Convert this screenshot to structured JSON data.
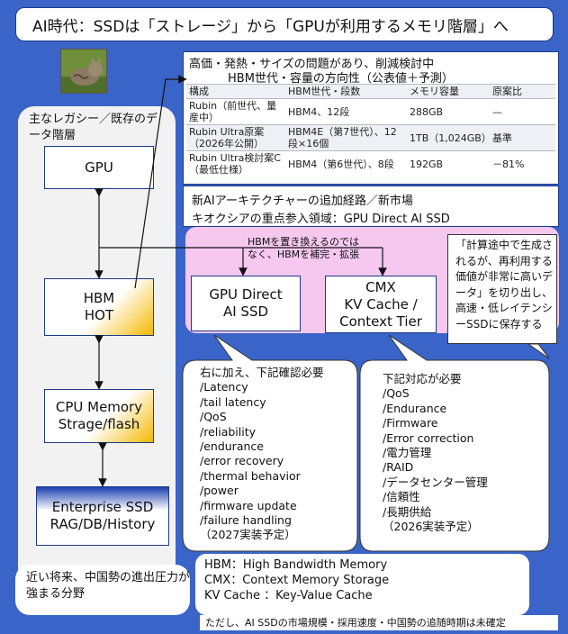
{
  "title": "AI時代：SSDは「ストレージ」から「GPUが利用するメモリ階層」へ",
  "legacy": {
    "heading": "主なレガシー／既存のデータ階層",
    "gpu": "GPU",
    "hbm": [
      "HBM",
      "HOT"
    ],
    "cpu_memory": [
      "CPU Memory",
      "Strage/flash"
    ],
    "enterprise_ssd": [
      "Enterprise SSD",
      "RAG/DB/History"
    ]
  },
  "table_panel": {
    "heading1": "高価・発熱・サイズの問題があり、削減検討中",
    "heading2": "HBM世代・容量の方向性（公表値＋予測）",
    "columns": [
      "構成",
      "HBM世代・段数",
      "メモリ容量",
      "原案比"
    ],
    "rows": [
      [
        "Rubin（前世代、量産中）",
        "HBM4、12段",
        "288GB",
        "—"
      ],
      [
        "Rubin Ultra原案（2026年公開）",
        "HBM4E（第7世代）、12段×16個",
        "1TB（1,024GB）",
        "基準"
      ],
      [
        "Rubin Ultra検討案C（最低仕様）",
        "HBM4（第6世代）、8段",
        "192GB",
        "－81%"
      ]
    ]
  },
  "new_path": {
    "line1": "新AIアーキテクチャーの追加経路／新市場",
    "line2": "キオクシアの重点参入領域：GPU Direct AI SSD"
  },
  "hbm_note": "HBMを置き換えるのではなく、HBMを補完・拡張",
  "gpu_direct": [
    "GPU Direct",
    "AI SSD"
  ],
  "cmx": [
    "CMX",
    "KV Cache /",
    "Context Tier"
  ],
  "right_note": "「計算途中で生成されるが、再利用する価値が非常に高いデータ」を切り出し、高速・低レイテンシーSSDに保存する",
  "gpu_direct_reqs": {
    "lead": "右に加え、下記確認必要",
    "items": [
      "/Latency",
      "/tail latency",
      "/QoS",
      "/reliability",
      "/endurance",
      "/error recovery",
      "/thermal behavior",
      "/power",
      "/firmware update",
      "/failure handling"
    ],
    "schedule": "（2027実装予定）"
  },
  "cmx_reqs": {
    "lead": "下記対応が必要",
    "items": [
      "/QoS",
      "/Endurance",
      "/Firmware",
      "/Error correction",
      "/電力管理",
      "/RAID",
      "/データセンター管理",
      "/信頼性",
      "/長期供給"
    ],
    "schedule": "（2026実装予定）"
  },
  "near_future": "近い将来、中国勢の進出圧力が強まる分野",
  "definitions": [
    "HBM：High Bandwidth Memory",
    "CMX：Context Memory Storage",
    "KV Cache ：Key-Value Cache"
  ],
  "footer": "ただし、AI SSDの市場規模・採用速度・中国勢の追随時期は未確定",
  "colors": {
    "background": "#3a64c8",
    "pink": "#f6c8f0",
    "gold": "#f5b800",
    "navy": "#1d3a8a"
  }
}
